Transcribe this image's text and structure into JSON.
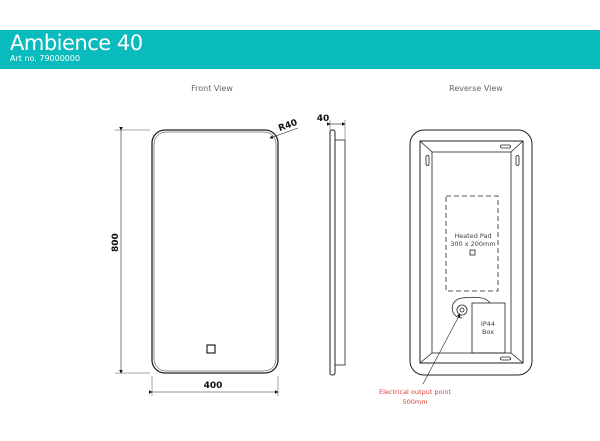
{
  "header": {
    "title": "Ambience 40",
    "art_no": "Art no. 79000000",
    "color": "#0abbbd"
  },
  "front_view": {
    "label": "Front View",
    "height_dim": "800",
    "width_dim": "400",
    "radius_dim": "R40"
  },
  "side_view": {
    "depth_dim": "40"
  },
  "reverse_view": {
    "label": "Reverse View",
    "heated_pad_title": "Heated Pad",
    "heated_pad_size": "300 x 200mm",
    "box_line1": "IP44",
    "box_line2": "Box",
    "output_label": "Electrical output point",
    "output_size": "500mm",
    "output_color": "#e53935"
  }
}
